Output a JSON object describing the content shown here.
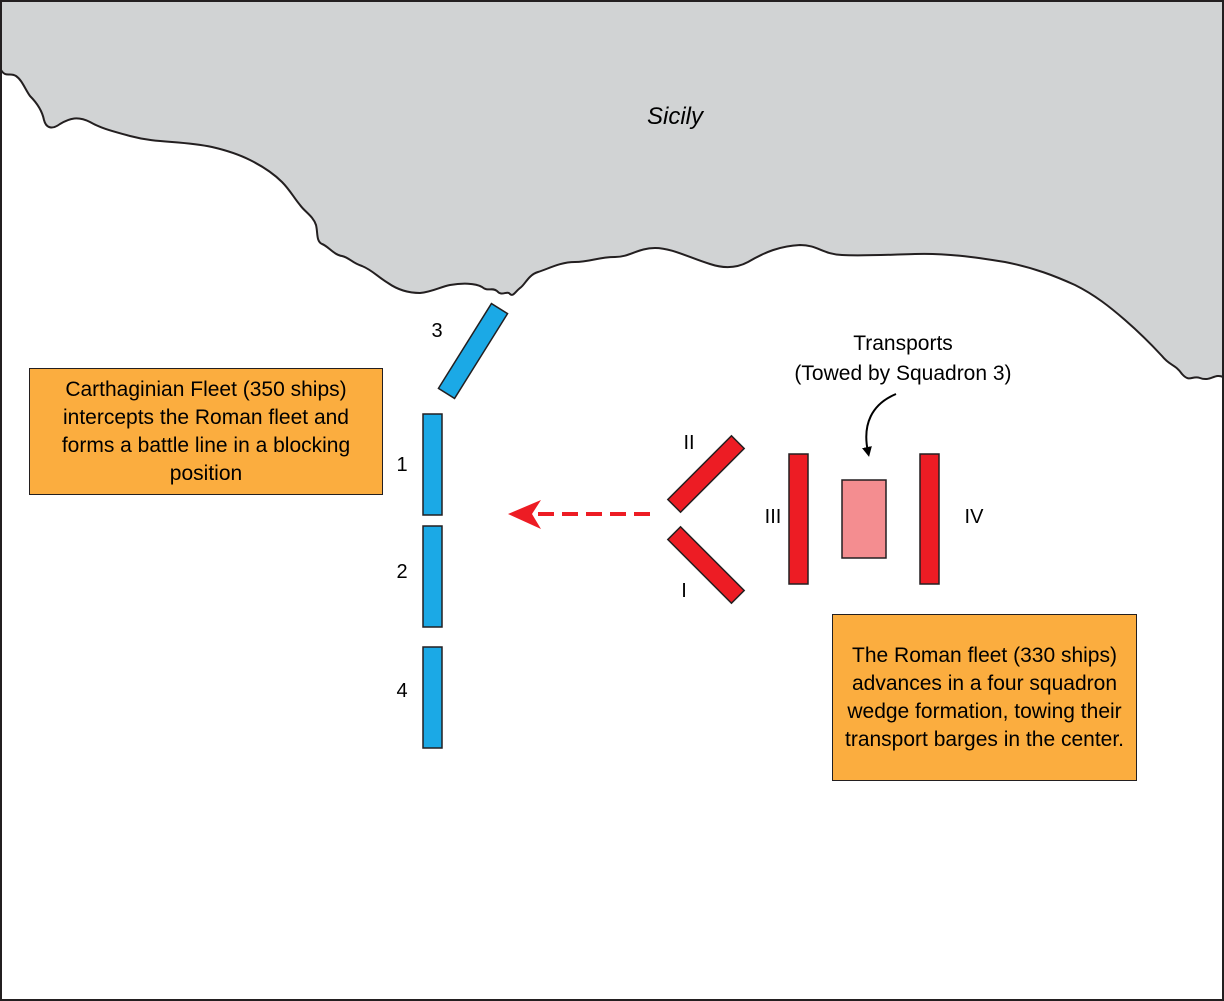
{
  "map": {
    "land_label": "Sicily",
    "colors": {
      "land": "#d1d3d4",
      "sea": "#ffffff",
      "border": "#231f20"
    }
  },
  "carthaginian": {
    "color": "#1ba9e6",
    "squadrons": [
      {
        "id": "3",
        "label": "3"
      },
      {
        "id": "1",
        "label": "1"
      },
      {
        "id": "2",
        "label": "2"
      },
      {
        "id": "4",
        "label": "4"
      }
    ],
    "note": {
      "text": "Carthaginian Fleet (350 ships) intercepts the Roman fleet and forms a battle line in a blocking position",
      "bg_color": "#fbad3f"
    }
  },
  "roman": {
    "color": "#ed1c24",
    "transport_color": "#f48d90",
    "squadrons": [
      {
        "id": "I",
        "label": "I"
      },
      {
        "id": "II",
        "label": "II"
      },
      {
        "id": "III",
        "label": "III"
      },
      {
        "id": "IV",
        "label": "IV"
      }
    ],
    "transports": {
      "title": "Transports",
      "subtitle": "(Towed by Squadron 3)"
    },
    "note": {
      "text": "The Roman fleet (330 ships) advances in a four squadron wedge formation, towing their transport barges in the center.",
      "bg_color": "#fbad3f"
    },
    "advance_arrow": {
      "color": "#ed1c24",
      "direction": "west"
    }
  }
}
